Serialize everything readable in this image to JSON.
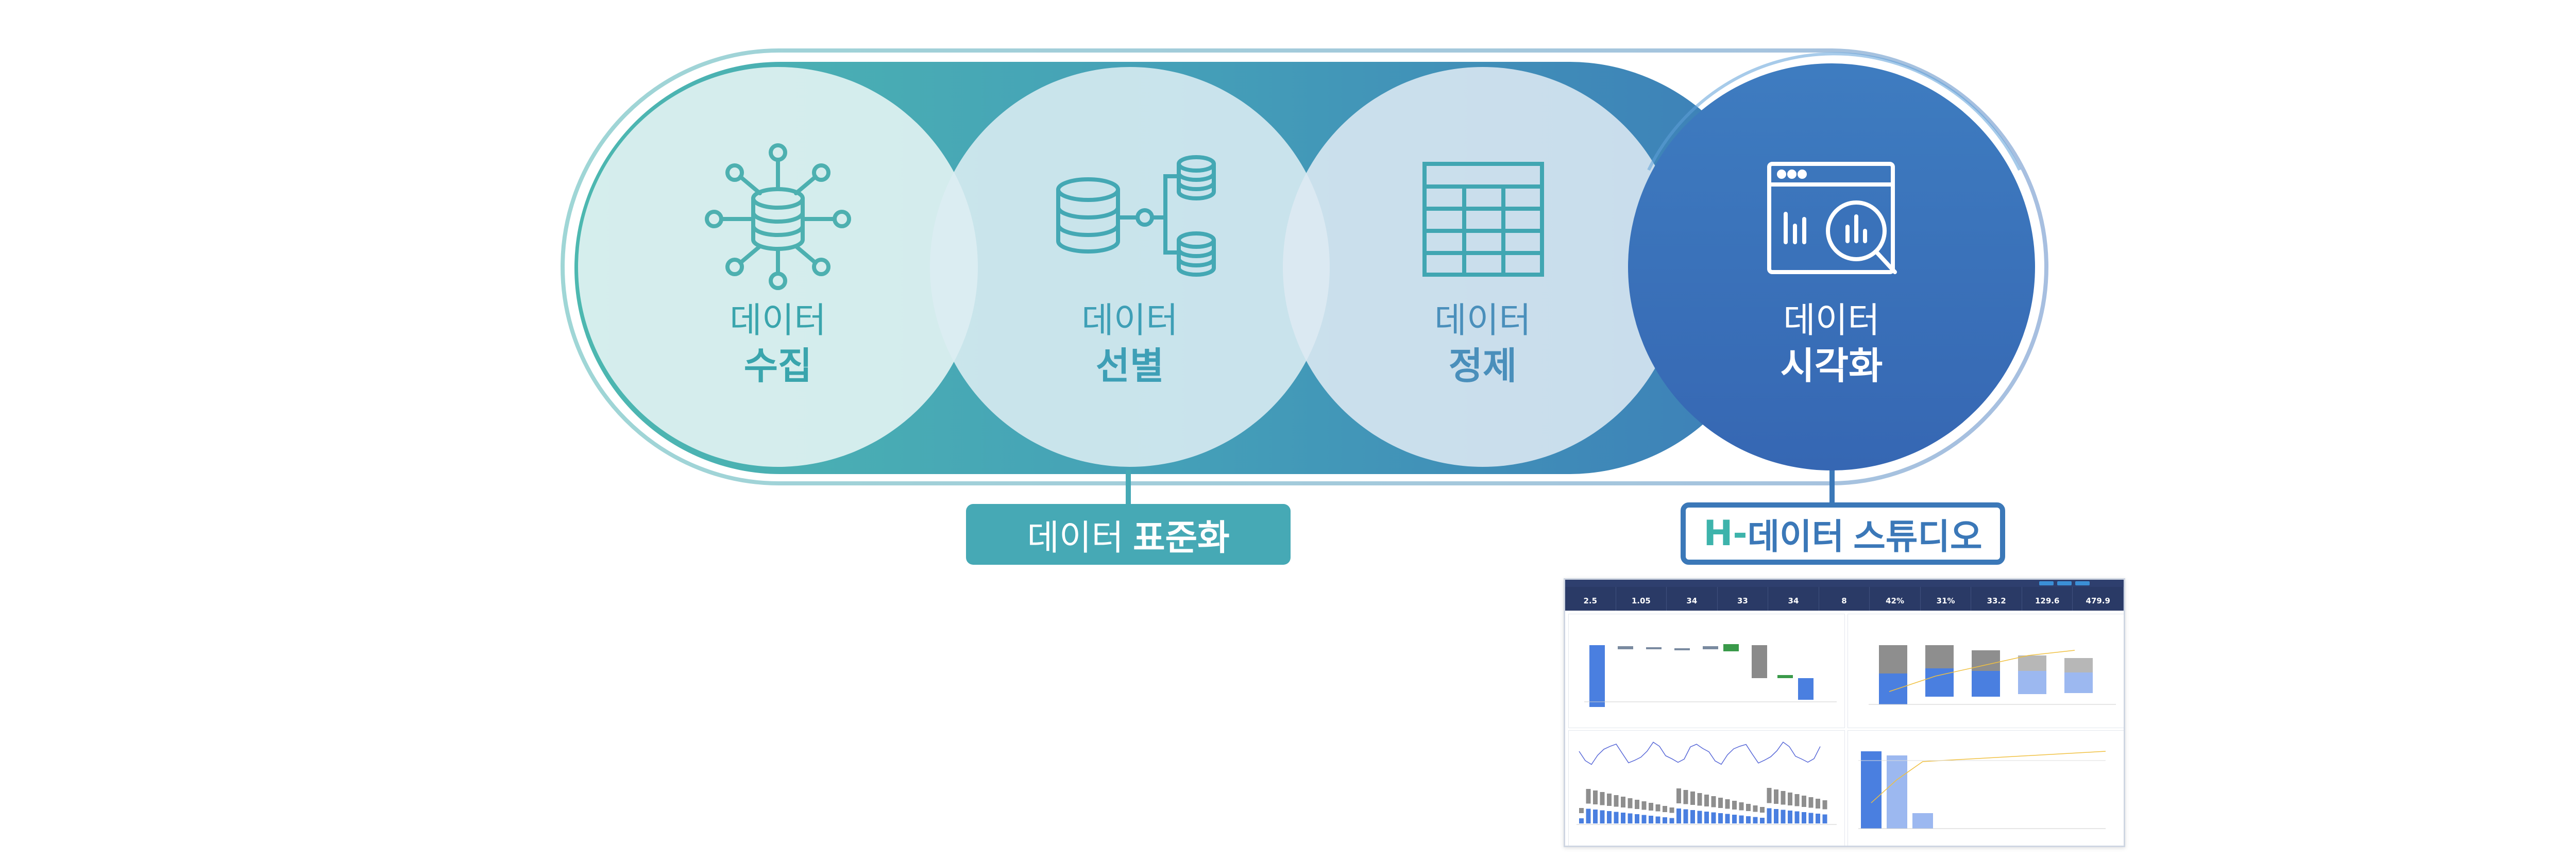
{
  "stages": [
    {
      "line1": "데이터",
      "line2": "수집",
      "icon": "database-network-icon"
    },
    {
      "line1": "데이터",
      "line2": "선별",
      "icon": "database-branch-icon"
    },
    {
      "line1": "데이터",
      "line2": "정제",
      "icon": "table-grid-icon"
    },
    {
      "line1": "데이터",
      "line2": "시각화",
      "icon": "chart-search-icon"
    }
  ],
  "tags": {
    "standardization": {
      "prefix": "데이터",
      "bold": "표준화"
    },
    "studio": {
      "h": "H-",
      "mid": "데이터",
      "bold": "스튜디오"
    }
  },
  "colors": {
    "teal": "#46b3b0",
    "blue": "#3b78b8",
    "navy": "#3a6db7",
    "light_teal": "#e1f2f2",
    "label_teal": "#3aa5ad",
    "label_blue": "#4a8fbb"
  },
  "dashboard": {
    "kpis": [
      "2.5",
      "1.05",
      "34",
      "33",
      "34",
      "8",
      "42%",
      "31%",
      "33.2",
      "129.6",
      "479.9"
    ]
  }
}
